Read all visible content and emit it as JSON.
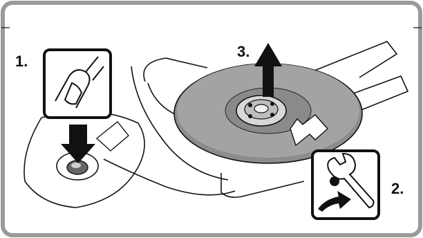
{
  "steps": {
    "step1": {
      "label": "1."
    },
    "step2": {
      "label": "2."
    },
    "step3": {
      "label": "3."
    }
  },
  "colors": {
    "border": "#9a9a9a",
    "frame_bg": "#ffffff",
    "ink": "#111111",
    "disc": "#8c8c8c",
    "disc_light": "#c8c8c8",
    "arrow_light": "#ffffff"
  },
  "icons": [
    "finger-press-icon",
    "wrench-icon",
    "rotate-arrow-icon",
    "lift-arrow-icon",
    "push-arrow-icon"
  ]
}
